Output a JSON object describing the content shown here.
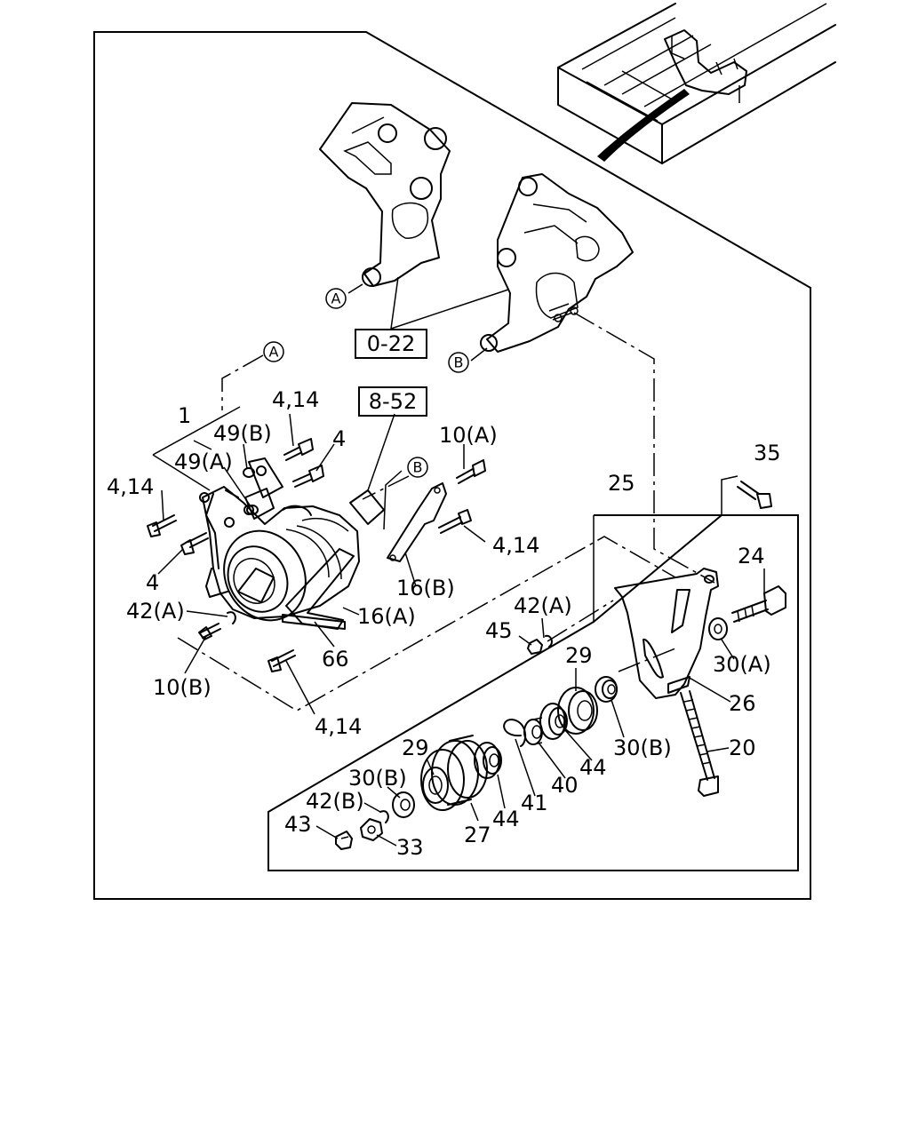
{
  "reference_boxes": {
    "ref_0_22": "0-22",
    "ref_8_52": "8-52"
  },
  "circled_markers": {
    "marker_a_upper": "A",
    "marker_a_lower": "A",
    "marker_b_upper": "B",
    "marker_b_lower": "B"
  },
  "part_labels": {
    "p1": "1",
    "p49b": "49(B)",
    "p49a": "49(A)",
    "p4_14_top": "4,14",
    "p4_top": "4",
    "p4_14_left": "4,14",
    "p4_left": "4",
    "p10a": "10(A)",
    "p4_14_right": "4,14",
    "p16b": "16(B)",
    "p16a": "16(A)",
    "p42a_left": "42(A)",
    "p10b": "10(B)",
    "p66": "66",
    "p4_14_bottom": "4,14",
    "p25": "25",
    "p35": "35",
    "p24": "24",
    "p42a_right": "42(A)",
    "p45": "45",
    "p30a": "30(A)",
    "p29_upper": "29",
    "p26": "26",
    "p20": "20",
    "p30b_right": "30(B)",
    "p44_right": "44",
    "p40": "40",
    "p41": "41",
    "p44_left": "44",
    "p29_lower": "29",
    "p27": "27",
    "p30b_left": "30(B)",
    "p42b": "42(B)",
    "p43": "43",
    "p33": "33"
  }
}
